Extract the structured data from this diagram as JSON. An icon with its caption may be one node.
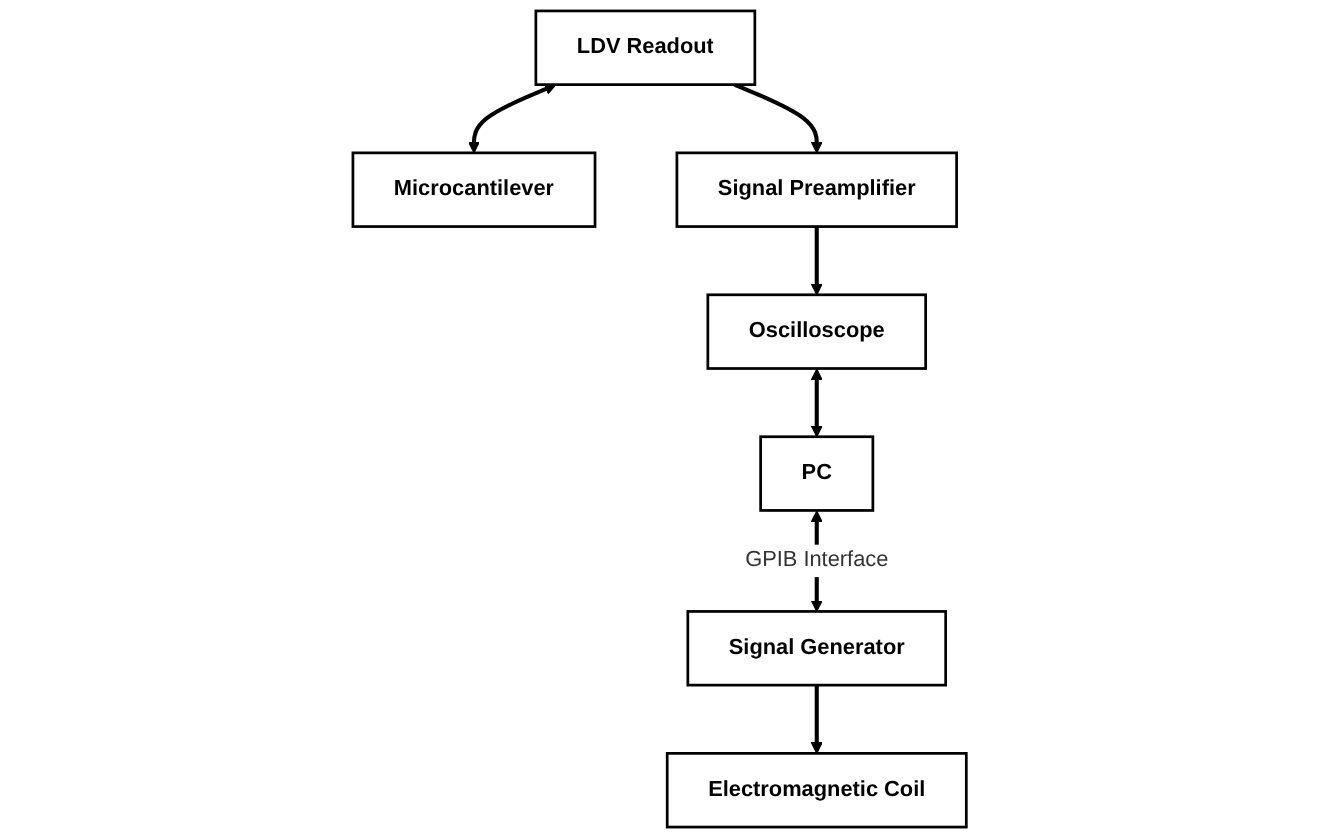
{
  "diagram": {
    "nodes": [
      {
        "text": [
          "LDV Readout"
        ]
      },
      {
        "text": [
          "Microcantilever"
        ]
      },
      {
        "text": [
          "Electromagnetic Coil"
        ]
      },
      {
        "text": [
          "Signal Preamplifier"
        ]
      },
      {
        "text": [
          "Signal Generator"
        ]
      },
      {
        "text": [
          "Oscilloscope"
        ]
      },
      {
        "text": [
          "PC"
        ]
      }
    ],
    "edges": [
      {
        "from": 0,
        "to": 1,
        "arrow": "both"
      },
      {
        "from": 0,
        "to": 3,
        "arrow": "to"
      },
      {
        "from": 3,
        "to": 5,
        "arrow": "to"
      },
      {
        "from": 5,
        "to": 6,
        "arrow": "both"
      },
      {
        "from": 6,
        "to": 4,
        "arrow": "both",
        "label": "GPIB Interface"
      },
      {
        "from": 4,
        "to": 2,
        "arrow": "to"
      }
    ]
  }
}
